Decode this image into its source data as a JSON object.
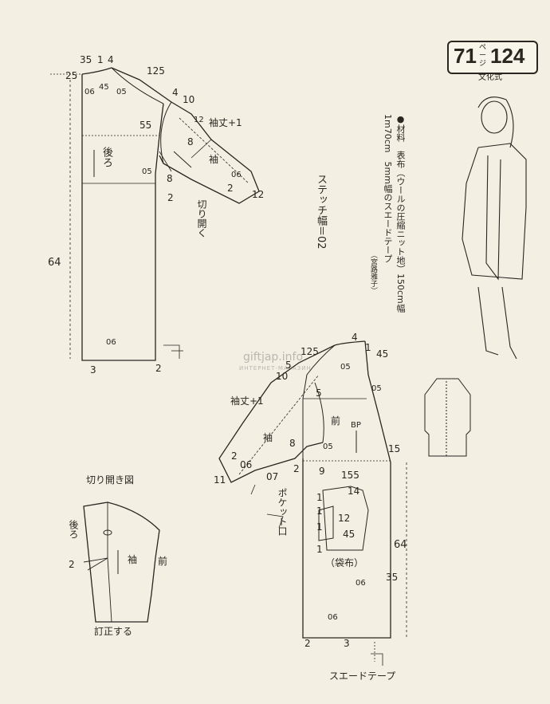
{
  "badge": {
    "page_left": "71",
    "page_unit": "ページ",
    "page_right": "124",
    "style": "文化式"
  },
  "materials": {
    "line1": "●材料　表布（ウールの圧縮ニット地）150cm幅",
    "line2": "1m70cm　5mm幅のスエードテープ",
    "credit": "（宮路雅子）"
  },
  "stitch": "ステッチ幅＝02",
  "watermark": {
    "main": "giftjap.info",
    "sub": "ИНТЕРНЕТ-МАГАЗИН"
  },
  "back": {
    "labels": {
      "n35": "35",
      "n1": "1",
      "n4": "4",
      "n25": "25",
      "n06a": "06",
      "n45": "45",
      "n05a": "05",
      "n125": "125",
      "n4b": "4",
      "n10": "10",
      "n12": "12",
      "sleeve_len": "袖丈+1",
      "n55": "55",
      "n8": "8",
      "sleeve": "袖",
      "n05b": "05",
      "n8b": "8",
      "n2": "2",
      "n06b": "06",
      "n2b": "2",
      "n12b": "12",
      "kiri": "切り開く",
      "n64": "64",
      "n06c": "06",
      "n3": "3",
      "n2c": "2"
    },
    "ushiro": "後ろ"
  },
  "front": {
    "labels": {
      "n125": "125",
      "n4": "4",
      "n1": "1",
      "n45": "45",
      "n5": "5",
      "n05a": "05",
      "n10": "10",
      "n05b": "05",
      "sleeve_len": "袖丈+1",
      "n5b": "5",
      "mae": "前",
      "bp": "BP",
      "sleeve": "袖",
      "n8": "8",
      "n05c": "05",
      "n15": "15",
      "n2": "2",
      "n06": "06",
      "n9": "9",
      "n11": "11",
      "n07": "07",
      "n2b": "2",
      "n155": "155",
      "n14": "14",
      "n1a": "1",
      "n1b": "1",
      "n12": "12",
      "n1c": "1",
      "n45b": "45",
      "n1d": "1",
      "fukuro": "（袋布）",
      "n64": "64",
      "n06b": "06",
      "n35": "35",
      "n06c": "06",
      "n2c": "2",
      "n3": "3",
      "tape": "スエードテープ"
    },
    "pocket": "ポケット口"
  },
  "opened": {
    "title": "切り開き図",
    "ushiro": "後ろ",
    "n2": "2",
    "sleeve": "袖",
    "mae": "前",
    "note": "訂正する"
  },
  "colors": {
    "paper": "#f3efe3",
    "ink": "#2a2620"
  }
}
